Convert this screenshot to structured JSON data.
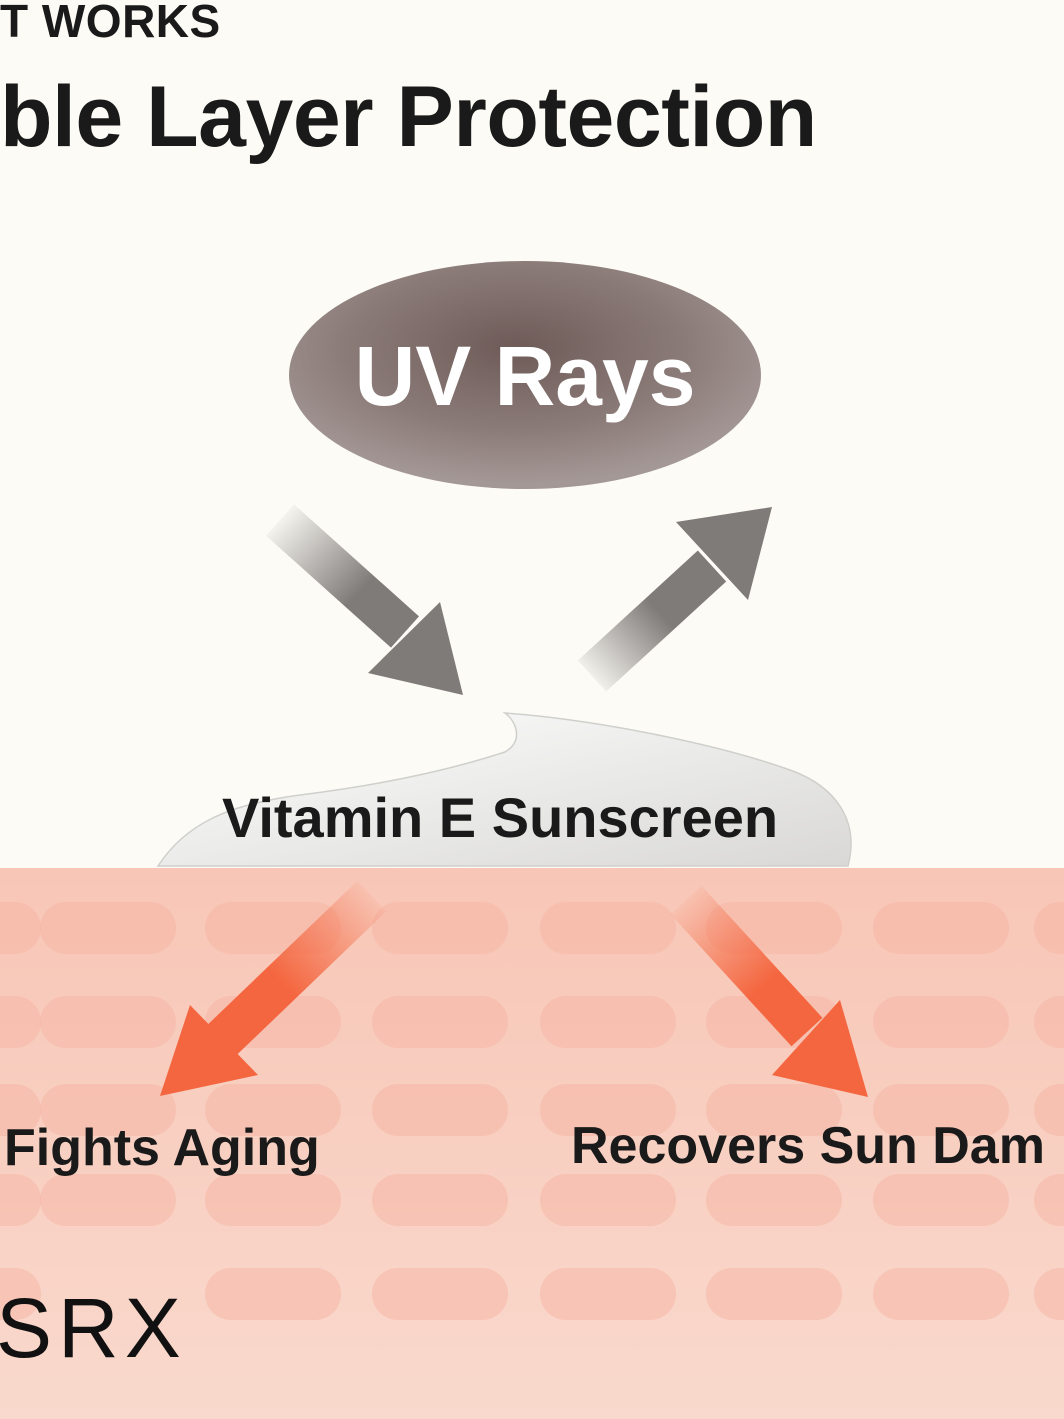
{
  "header": {
    "eyebrow": "T WORKS",
    "headline": "ble Layer Protection"
  },
  "diagram": {
    "source_label": "UV Rays",
    "layer_label": "Vitamin E Sunscreen",
    "effects": [
      {
        "label": "Fights Aging"
      },
      {
        "label": "Recovers Sun Dam"
      }
    ]
  },
  "brand": {
    "logo_text": "SRX"
  },
  "colors": {
    "background": "#fcfbf5",
    "uv_oval": "#8b7b78",
    "reflect_arrow": "#7f7b79",
    "effect_arrow": "#f4663f",
    "skin_top": "#f8c6b6",
    "skin_bottom": "#f9d9cd",
    "text": "#1a1a1a"
  },
  "icons": {
    "incoming_arrow": "arrow-down-right-icon",
    "reflected_arrow": "arrow-up-right-icon",
    "effect_left_arrow": "arrow-down-left-icon",
    "effect_right_arrow": "arrow-down-right-icon"
  }
}
